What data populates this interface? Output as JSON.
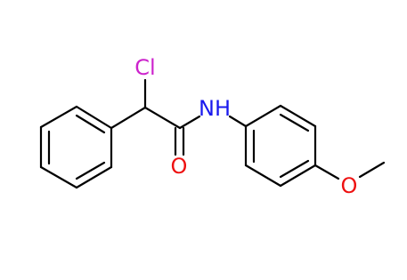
{
  "molecule": {
    "atoms": {
      "chlorine": {
        "label": "Cl",
        "color": "#cc22cc"
      },
      "nitrogen_h": {
        "label": "NH",
        "color": "#1a1aee"
      },
      "carbonyl_oxygen": {
        "label": "O",
        "color": "#ee1111"
      },
      "ether_oxygen": {
        "label": "O",
        "color": "#ee1111"
      }
    },
    "bond_color": "#000000"
  }
}
